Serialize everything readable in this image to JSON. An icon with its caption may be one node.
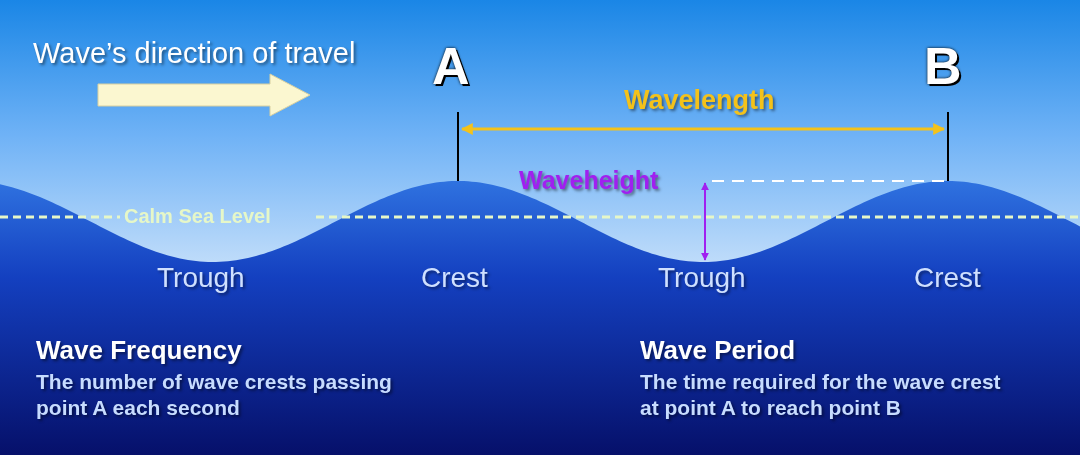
{
  "diagram": {
    "labels": [
      "Wave’s direction of travel",
      "A",
      "B",
      "Wavelength",
      "Waveheight",
      "Calm Sea Level",
      "Trough",
      "Crest",
      "Trough",
      "Crest",
      "Wave Frequency",
      "The number of wave crests passing point A each second",
      "Wave Period",
      "The time required for the wave crest at point A to reach point B"
    ]
  }
}
